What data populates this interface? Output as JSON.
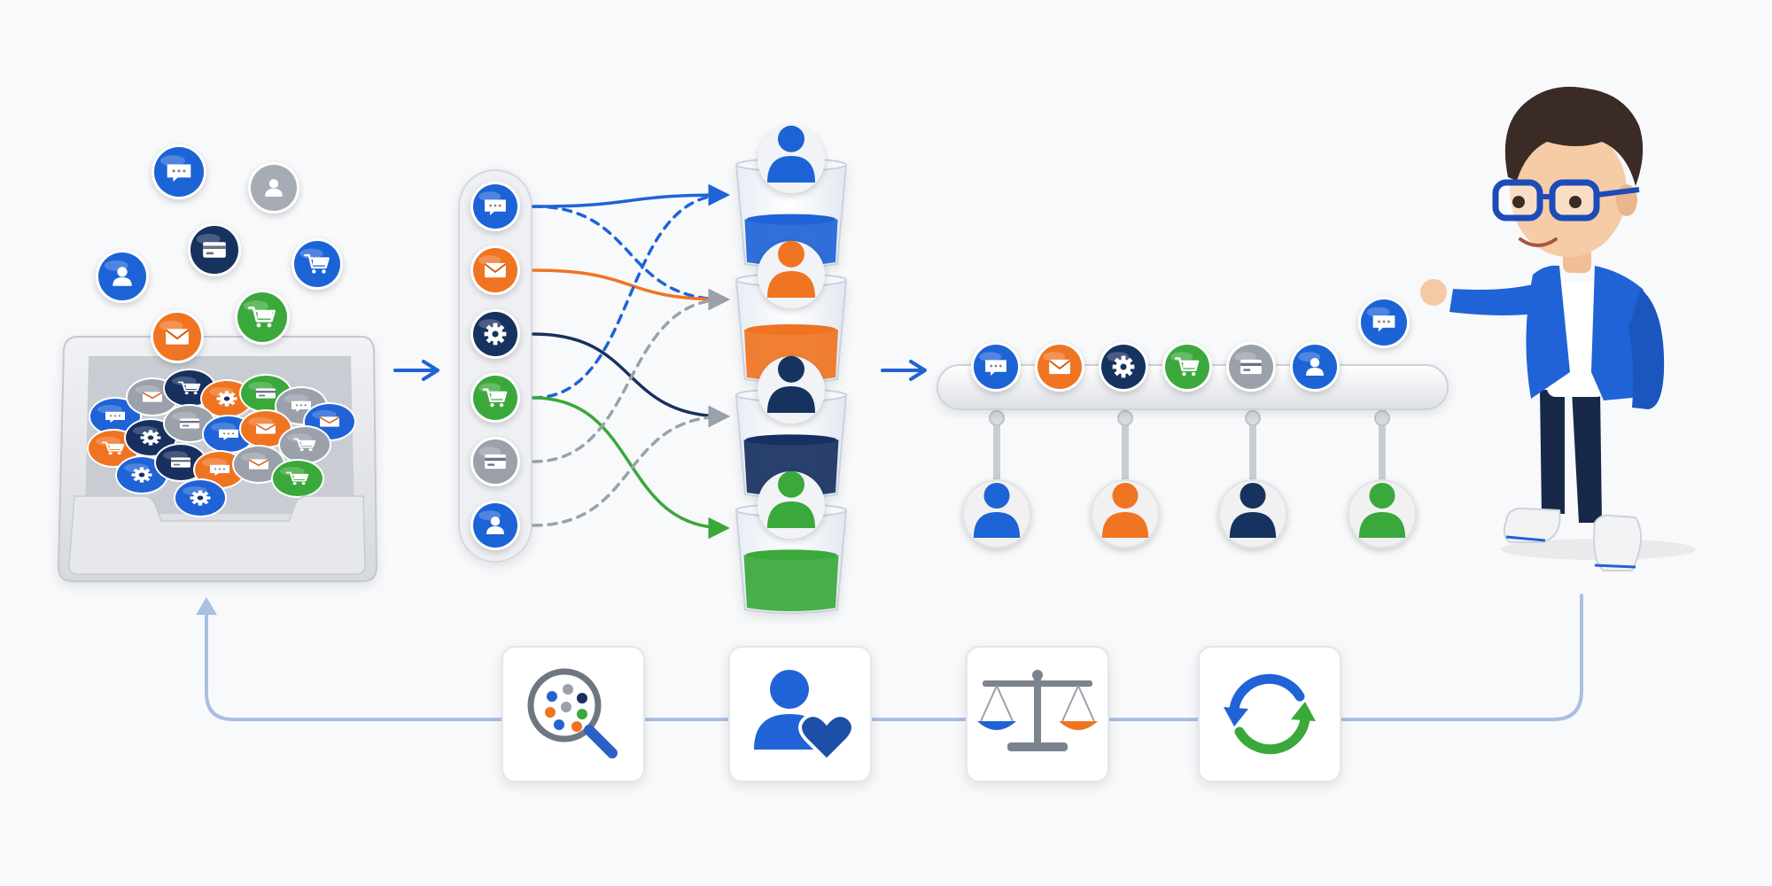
{
  "colors": {
    "background": "#f8f9fb",
    "blue": "#1f63d6",
    "orange": "#ef7422",
    "navy": "#17305f",
    "green": "#3aa83a",
    "gray": "#9aa1aa",
    "flow_line": "#a9bfe3",
    "flow_arrow": "#1f63d6"
  },
  "icons": {
    "chat": "chat-bubble-icon",
    "mail": "envelope-icon",
    "settings": "gear-icon",
    "cart": "shopping-cart-icon",
    "card": "credit-card-icon",
    "user": "user-icon"
  },
  "scattered_tokens": [
    {
      "icon": "chat-bubble-icon",
      "color": "blue"
    },
    {
      "icon": "user-icon",
      "color": "gray"
    },
    {
      "icon": "credit-card-icon",
      "color": "navy"
    },
    {
      "icon": "user-icon",
      "color": "blue"
    },
    {
      "icon": "shopping-cart-icon",
      "color": "blue"
    },
    {
      "icon": "envelope-icon",
      "color": "orange"
    },
    {
      "icon": "shopping-cart-icon",
      "color": "green"
    }
  ],
  "tray": {
    "token_colors": [
      "blue",
      "gray",
      "navy",
      "orange",
      "green",
      "gray",
      "blue",
      "orange",
      "navy",
      "gray",
      "blue",
      "orange",
      "gray",
      "blue",
      "navy",
      "orange",
      "gray",
      "green",
      "blue"
    ]
  },
  "channel_column": [
    {
      "icon": "chat-bubble-icon",
      "color": "blue"
    },
    {
      "icon": "envelope-icon",
      "color": "orange"
    },
    {
      "icon": "gear-icon",
      "color": "navy"
    },
    {
      "icon": "shopping-cart-icon",
      "color": "green"
    },
    {
      "icon": "credit-card-icon",
      "color": "gray"
    },
    {
      "icon": "user-icon",
      "color": "blue"
    }
  ],
  "routes": [
    {
      "from": 0,
      "to": 0,
      "color": "blue",
      "dashed": false
    },
    {
      "from": 0,
      "to": 1,
      "color": "blue",
      "dashed": true
    },
    {
      "from": 1,
      "to": 1,
      "color": "orange",
      "dashed": false
    },
    {
      "from": 2,
      "to": 2,
      "color": "navy",
      "dashed": false
    },
    {
      "from": 3,
      "to": 0,
      "color": "blue",
      "dashed": true
    },
    {
      "from": 3,
      "to": 3,
      "color": "green",
      "dashed": false
    },
    {
      "from": 4,
      "to": 1,
      "color": "gray",
      "dashed": true
    },
    {
      "from": 5,
      "to": 2,
      "color": "gray",
      "dashed": true
    }
  ],
  "agent_cups": [
    {
      "color": "blue",
      "fill_level": 0.45
    },
    {
      "color": "orange",
      "fill_level": 0.5
    },
    {
      "color": "navy",
      "fill_level": 0.55
    },
    {
      "color": "green",
      "fill_level": 0.55
    }
  ],
  "conveyor_tokens": [
    {
      "icon": "chat-bubble-icon",
      "color": "blue"
    },
    {
      "icon": "envelope-icon",
      "color": "orange"
    },
    {
      "icon": "gear-icon",
      "color": "navy"
    },
    {
      "icon": "shopping-cart-icon",
      "color": "green"
    },
    {
      "icon": "credit-card-icon",
      "color": "gray"
    },
    {
      "icon": "user-icon",
      "color": "blue"
    }
  ],
  "held_token": {
    "icon": "chat-bubble-icon",
    "color": "blue"
  },
  "conveyor_agents": [
    {
      "color": "blue"
    },
    {
      "color": "orange"
    },
    {
      "color": "navy"
    },
    {
      "color": "green"
    }
  ],
  "feedback_steps": [
    {
      "icon": "magnifier-analysis-icon"
    },
    {
      "icon": "user-heart-icon"
    },
    {
      "icon": "balance-scale-icon"
    },
    {
      "icon": "refresh-cycle-icon"
    }
  ],
  "character": {
    "icon": "developer-character-icon"
  }
}
